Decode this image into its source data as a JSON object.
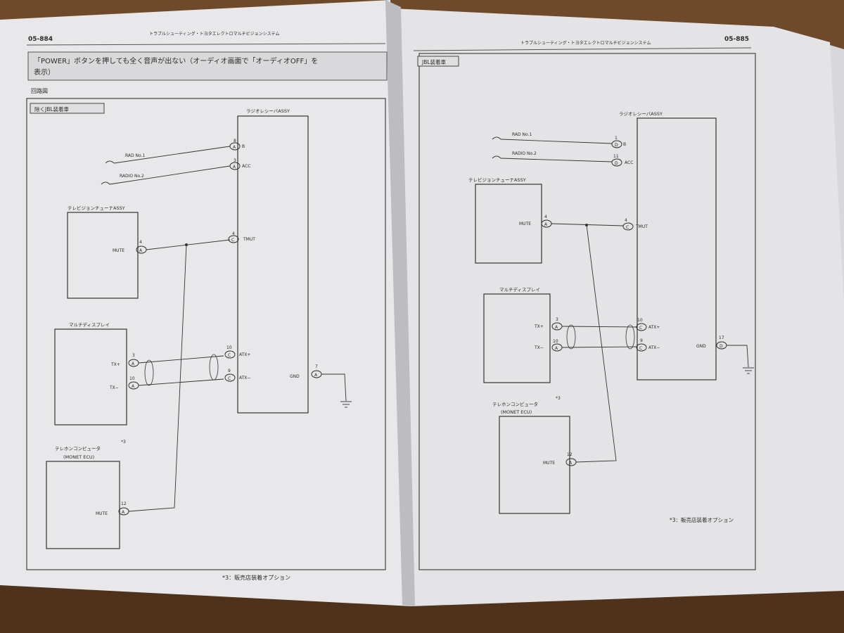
{
  "colors": {
    "table": "#6e4a2a",
    "paper": "#e9e9ea",
    "paper_shadow": "#c9c9cc",
    "ink": "#2a2a2a",
    "frame": "#3a3a3a"
  },
  "left_page": {
    "page_number": "05-884",
    "running_header": "トラブルシューティング・トヨタエレクトロマルチビジョンシステム",
    "title_line1": "「POWER」ボタンを押しても全く音声が出ない（オーディオ画面で「オーディオOFF」を",
    "title_line2": "表示）",
    "section_label": "回路図",
    "frame_tag": "除くJBL装着車",
    "radio_unit": "ラジオレシーバASSY",
    "radad_no1": "RAD No.1",
    "radio_no2": "RADIO No.2",
    "pin_b_num": "8",
    "pin_b_conn": "A",
    "pin_b_label": "B",
    "pin_acc_num": "3",
    "pin_acc_conn": "A",
    "pin_acc_label": "ACC",
    "tv_tuner": "テレビジョンチューナASSY",
    "tv_mute_label": "MUTE",
    "tv_mute_num": "4",
    "tv_mute_conn": "A",
    "tmut_num": "4",
    "tmut_conn": "C",
    "tmut_label": "TMUT",
    "multi_display": "マルチディスプレイ",
    "txp_label": "TX+",
    "txp_num": "3",
    "txp_conn": "A",
    "txm_label": "TX−",
    "txm_num": "10",
    "txm_conn": "A",
    "atxp_num": "10",
    "atxp_conn": "C",
    "atxp_label": "ATX+",
    "atxm_num": "9",
    "atxm_conn": "C",
    "atxm_label": "ATX−",
    "gnd_label": "GND",
    "gnd_num": "7",
    "gnd_conn": "A",
    "tel_computer": "テレホンコンピュータ",
    "tel_star": "*3",
    "monet": "(MONET ECU)",
    "tel_mute_label": "MUTE",
    "tel_mute_num": "12",
    "tel_mute_conn": "A",
    "footnote": "*3：販売店装着オプション"
  },
  "right_page": {
    "page_number": "05-885",
    "running_header": "トラブルシューティング・トヨタエレクトロマルチビジョンシステム",
    "frame_tag": "JBL装着車",
    "radio_unit": "ラジオレシーバASSY",
    "rad_no1": "RAD No.1",
    "radio_no2": "RADIO No.2",
    "pin_b_num": "1",
    "pin_b_conn": "D",
    "pin_b_label": "B",
    "pin_acc_num": "11",
    "pin_acc_conn": "D",
    "pin_acc_label": "ACC",
    "tv_tuner": "テレビジョンチューナASSY",
    "tv_mute_label": "MUTE",
    "tv_mute_num": "4",
    "tv_mute_conn": "A",
    "tmut_num": "4",
    "tmut_conn": "C",
    "tmut_label": "TMUT",
    "multi_display": "マルチディスプレイ",
    "txp_label": "TX+",
    "txp_num": "3",
    "txp_conn": "A",
    "txm_label": "TX−",
    "txm_num": "10",
    "txm_conn": "A",
    "atxp_num": "10",
    "atxp_conn": "C",
    "atxp_label": "ATX+",
    "atxm_num": "9",
    "atxm_conn": "C",
    "atxm_label": "ATX−",
    "gnd_label": "GND",
    "gnd_num": "17",
    "gnd_conn": "D",
    "tel_computer": "テレホンコンピュータ",
    "tel_star": "*3",
    "monet": "(MONET ECU)",
    "tel_mute_label": "MUTE",
    "tel_mute_num": "12",
    "tel_mute_conn": "A",
    "footnote": "*3：販売店装着オプション"
  }
}
